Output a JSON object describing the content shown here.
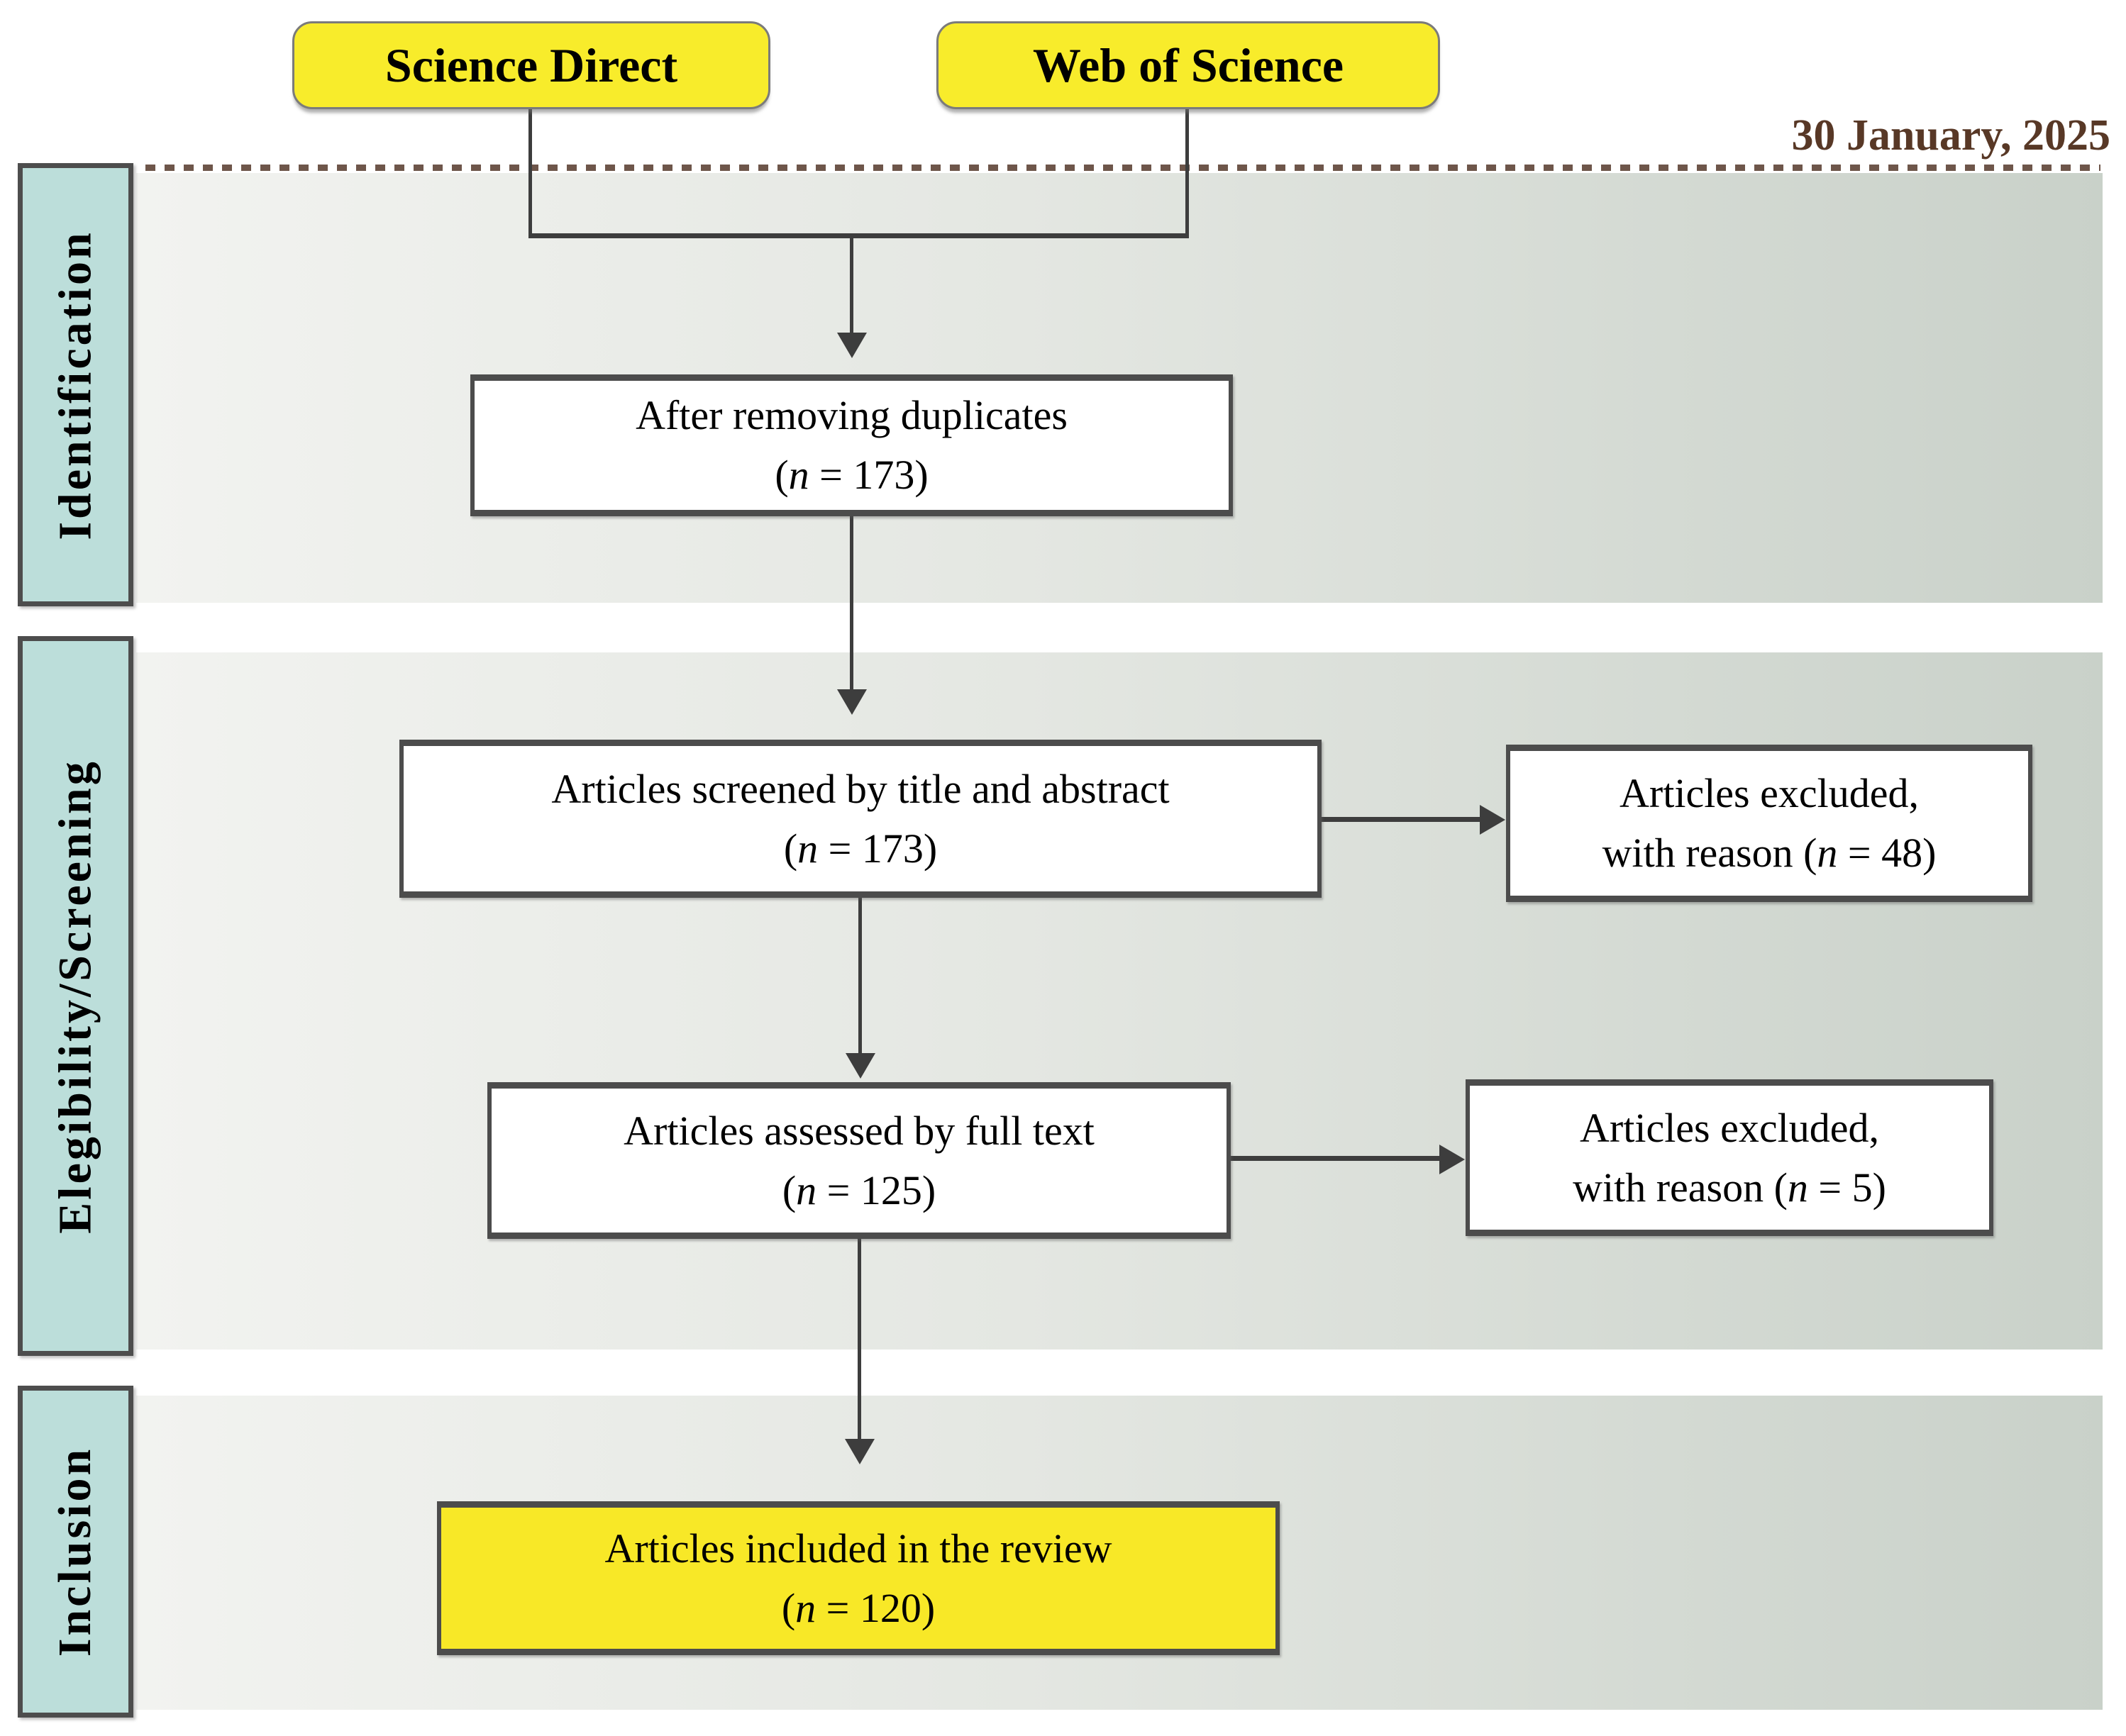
{
  "header": {
    "date_label": "30 January, 2025",
    "sources": [
      {
        "label": "Science Direct"
      },
      {
        "label": "Web of Science"
      }
    ]
  },
  "stages": [
    {
      "label": "Identification"
    },
    {
      "label": "Elegibility/Screening"
    },
    {
      "label": "Inclusion"
    }
  ],
  "flow": {
    "dedup": {
      "line1": "After removing duplicates",
      "paren_open": "(",
      "n_var": "n",
      "paren_rest": " = 173)"
    },
    "screened": {
      "line1": "Articles screened by title and abstract",
      "paren_open": "(",
      "n_var": "n",
      "paren_rest": " = 173)"
    },
    "excluded_screening": {
      "line1": "Articles excluded,",
      "line2_pre": "with reason (",
      "n_var": "n",
      "line2_post": " = 48)"
    },
    "assessed": {
      "line1": "Articles assessed by full text",
      "paren_open": "(",
      "n_var": "n",
      "paren_rest": " = 125)"
    },
    "excluded_fulltext": {
      "line1": "Articles excluded,",
      "line2_pre": "with reason (",
      "n_var": "n",
      "line2_post": " = 5)"
    },
    "included": {
      "line1": "Articles included in the review",
      "paren_open": "(",
      "n_var": "n",
      "paren_rest": " = 120)"
    }
  },
  "colors": {
    "source_fill": "#f8ec2b",
    "included_fill": "#f8e827",
    "stage_fill": "#bcdeda",
    "band_gradient_start": "#f2f3f0",
    "band_gradient_end": "#c9d1c9",
    "box_border": "#4c4c4c",
    "line": "#3d3d3d",
    "date_text": "#583826",
    "dash": "#6e564a"
  }
}
